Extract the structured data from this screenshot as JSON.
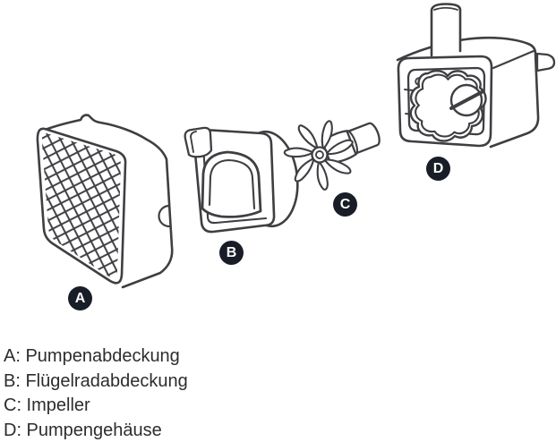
{
  "diagram": {
    "parts": [
      {
        "letter": "A",
        "name": "Pumpenabdeckung"
      },
      {
        "letter": "B",
        "name": "Flügelradabdeckung"
      },
      {
        "letter": "C",
        "name": "Impeller"
      },
      {
        "letter": "D",
        "name": "Pumpengehäuse"
      }
    ]
  },
  "legend": {
    "items": [
      {
        "text": "A: Pumpenabdeckung"
      },
      {
        "text": "B: Flügelradabdeckung"
      },
      {
        "text": "C: Impeller"
      },
      {
        "text": "D: Pumpengehäuse"
      }
    ]
  },
  "colors": {
    "line": "#3f3f43",
    "background": "#ffffff",
    "label_bg": "#181d27",
    "label_text": "#ffffff",
    "legend_text": "#2d2d2d"
  }
}
